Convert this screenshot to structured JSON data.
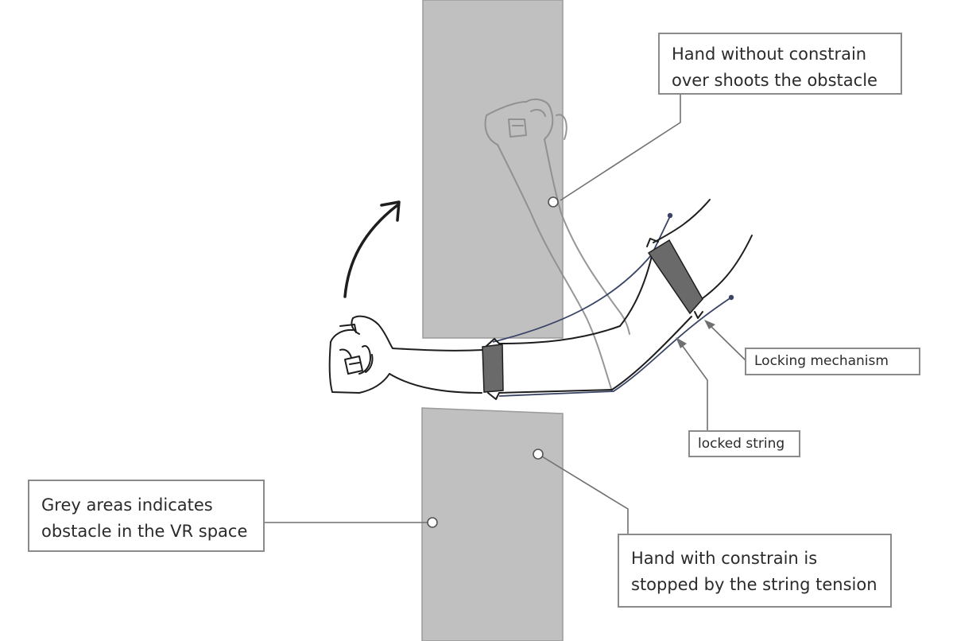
{
  "colors": {
    "obstacle": "#c0c0c0",
    "obstacle_edge": "#9a9a9a",
    "strap": "#6a6a6a",
    "string": "#3a4466",
    "leader": "#707070",
    "sketch": "#1e1e1e",
    "ghost_sketch": "#8c8c8c"
  },
  "labels": {
    "overshoot": {
      "line1": "Hand without constrain",
      "line2": "over shoots the obstacle"
    },
    "locking_mechanism": "Locking mechanism",
    "locked_string": "locked string",
    "grey_areas": {
      "line1": "Grey areas indicates",
      "line2": "obstacle in the VR space"
    },
    "constrained": {
      "line1": "Hand with constrain is",
      "line2": "stopped by the string tension"
    }
  }
}
